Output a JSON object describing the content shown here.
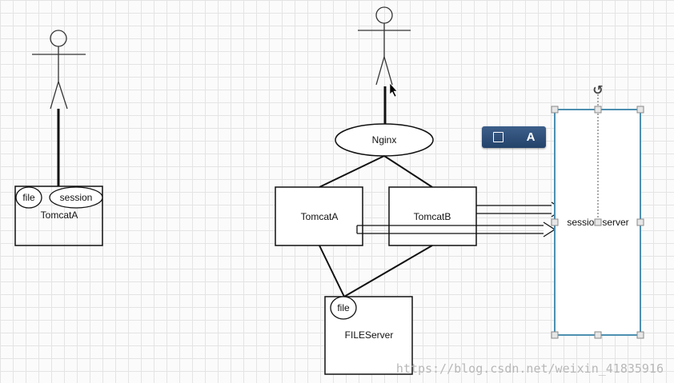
{
  "diagram": {
    "left_server": {
      "file_label": "file",
      "session_label": "session",
      "name": "TomcatA"
    },
    "nginx_label": "Nginx",
    "tomcat_a": "TomcatA",
    "tomcat_b": "TomcatB",
    "file_label": "file",
    "file_server": "FILEServer",
    "session_server": "session server"
  },
  "toolbar": {
    "shape_icon": "square-shape-icon",
    "text_tool_label": "A"
  },
  "watermark": "https://blog.csdn.net/weixin_41835916"
}
